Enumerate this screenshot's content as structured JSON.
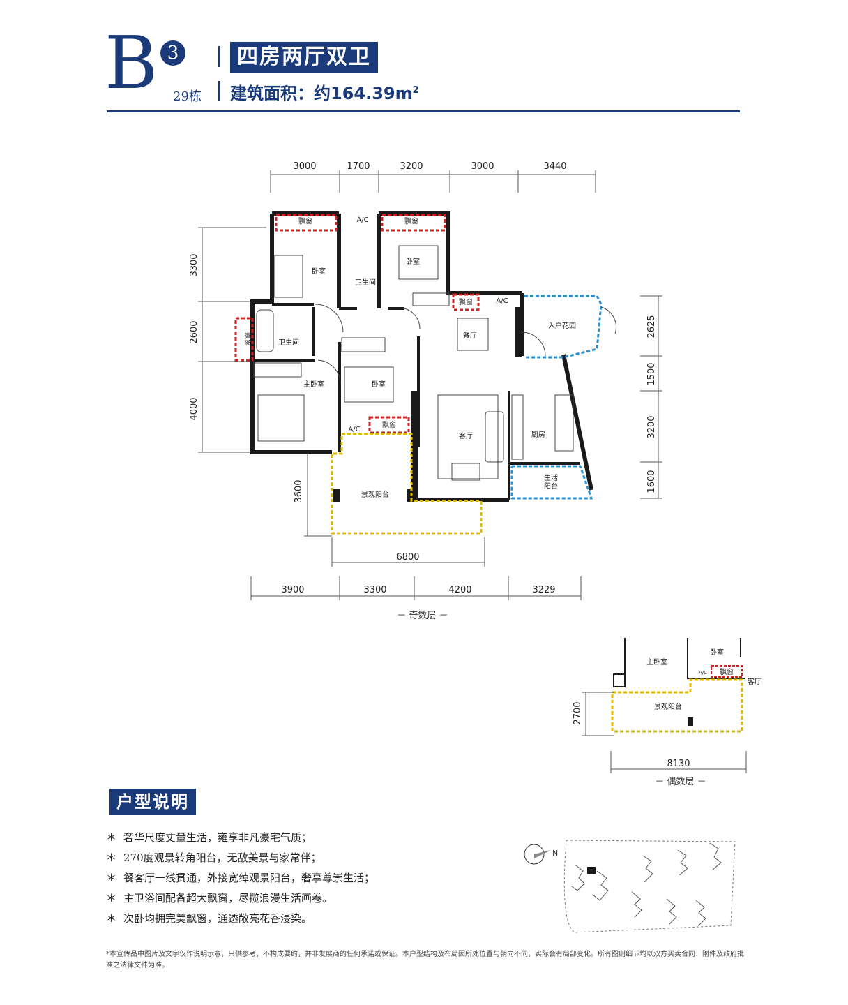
{
  "header": {
    "type_letter": "B",
    "type_number": "3",
    "building": "29栋",
    "layout": "四房两厅双卫",
    "area_label": "建筑面积：约",
    "area_value": "164.39m",
    "area_sup": "2"
  },
  "plan_odd": {
    "floor_label": "－ 奇数层 －",
    "top_dims": [
      "3000",
      "1700",
      "3200",
      "3000",
      "3440"
    ],
    "bottom_dims": [
      "3900",
      "3300",
      "4200",
      "3229"
    ],
    "left_dims": [
      "3300",
      "2600",
      "4000",
      "3600"
    ],
    "right_dims": [
      "2625",
      "1500",
      "3200",
      "1600"
    ],
    "balcony_dim": "6800",
    "rooms": {
      "bay_window": "飘窗",
      "ac": "A/C",
      "bedroom": "卧室",
      "bathroom": "卫生间",
      "master_bedroom": "主卧室",
      "dining": "餐厅",
      "entry_garden": "入户花园",
      "living": "客厅",
      "kitchen": "厨房",
      "utility_balcony_1": "生活",
      "utility_balcony_2": "阳台",
      "view_balcony": "景观阳台"
    }
  },
  "plan_even": {
    "floor_label": "－ 偶数层 －",
    "width_dim": "8130",
    "height_dim": "2700",
    "rooms": {
      "master_bedroom": "主卧室",
      "bedroom": "卧室",
      "bay_window": "飘窗",
      "ac": "A/C",
      "living": "客厅",
      "view_balcony": "景观阳台"
    }
  },
  "description": {
    "title": "户型说明",
    "items": [
      "奢华尺度丈量生活，雍享非凡豪宅气质；",
      "270度观景转角阳台，无敌美景与家常伴；",
      "餐客厅一线贯通，外接宽绰观景阳台，奢享尊崇生活；",
      "主卫浴间配备超大飘窗，尽揽浪漫生活画卷。",
      "次卧均拥完美飘窗，通透敞亮花香浸染。"
    ],
    "star": "＊"
  },
  "compass": {
    "north": "N"
  },
  "disclaimer": "*本宣传品中图片及文字仅作说明示意，只供参考，不构成要约，并非发展商的任何承诺或保证。本户型结构及布局因所处位置与朝向不同，实际会有局部变化。所有图则细节均以双方买卖合同、附件及政府批准之法律文件为准。",
  "colors": {
    "brand": "#1a3a7a",
    "wall": "#1a1a1a",
    "bay_window": "#cc2222",
    "garden": "#2a8fd0",
    "balcony": "#e0b800"
  }
}
